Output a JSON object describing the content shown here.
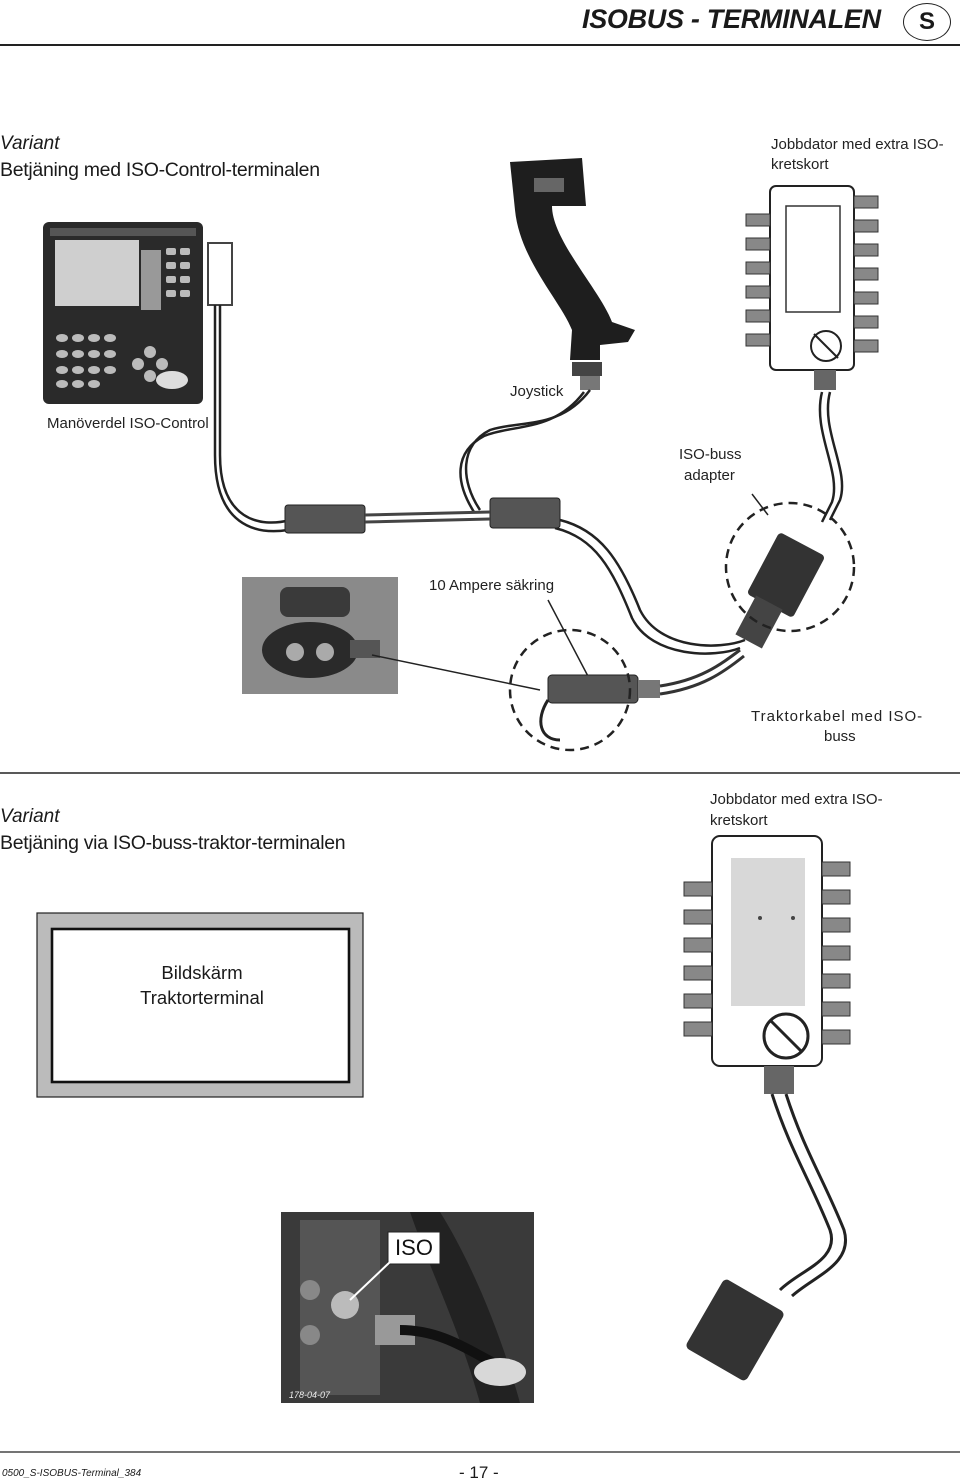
{
  "header": {
    "title": "ISOBUS - TERMINALEN",
    "language_badge": "S"
  },
  "section1": {
    "variant": "Variant",
    "title": "Betjäning med ISO-Control-terminalen",
    "labels": {
      "job_computer_line1": "Jobbdator med extra ISO-",
      "job_computer_line2": "kretskort",
      "joystick": "Joystick",
      "control_unit": "Manöverdel ISO-Control",
      "iso_adapter_line1": "ISO-buss",
      "iso_adapter_line2": "adapter",
      "fuse": "10 Ampere säkring",
      "tractor_cable_line1": "Traktorkabel med ISO-",
      "tractor_cable_line2": "buss"
    }
  },
  "section2": {
    "variant": "Variant",
    "title": "Betjäning via ISO-buss-traktor-terminalen",
    "labels": {
      "job_computer_line1": "Jobbdator med extra ISO-",
      "job_computer_line2": "kretskort",
      "screen_line1": "Bildskärm",
      "screen_line2": "Traktorterminal",
      "iso_callout": "ISO",
      "photo_code": "178-04-07"
    }
  },
  "footer": {
    "document_code": "0500_S-ISOBUS-Terminal_384",
    "page_number": "- 17 -"
  }
}
